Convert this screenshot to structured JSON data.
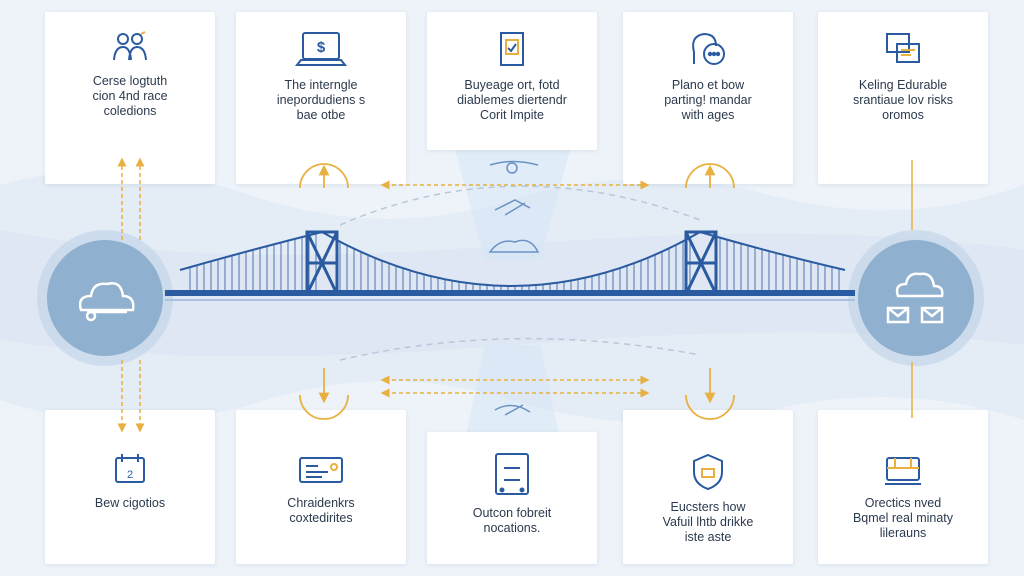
{
  "colors": {
    "bridge": "#2a5aa0",
    "accent": "#e8b040",
    "icon": "#2a5aa0",
    "hub": "#8fb0cf",
    "card_text": "#2b3a4e"
  },
  "top_cards": [
    {
      "icon": "people-icon",
      "label": "Cerse logtuth\ncion 4nd race\ncoledions"
    },
    {
      "icon": "laptop-dollar-icon",
      "label": "The interngle\ninepordudiens s\nbae otbe"
    },
    {
      "icon": "document-icon",
      "label": "Buyeage ort, fotd\ndiablemes diertendr\nCorit Impite"
    },
    {
      "icon": "head-chat-icon",
      "label": "Plano et bow\nparting! mandar\nwith ages"
    },
    {
      "icon": "screens-icon",
      "label": "Keling Edurable\nsrantiaue lov risks\noromos"
    }
  ],
  "bottom_cards": [
    {
      "icon": "calendar-icon",
      "label": "Bew cigotios"
    },
    {
      "icon": "id-card-icon",
      "label": "Chraidenkrs\ncoxtedirites"
    },
    {
      "icon": "box-icon",
      "label": "Outcon fobreit\nnocations."
    },
    {
      "icon": "shield-icon",
      "label": "Eucsters how\nVafuil lhtb drikke\niste aste"
    },
    {
      "icon": "truck-icon",
      "label": "Orectics nved\nBqmel real minaty\nlilerauns"
    }
  ]
}
